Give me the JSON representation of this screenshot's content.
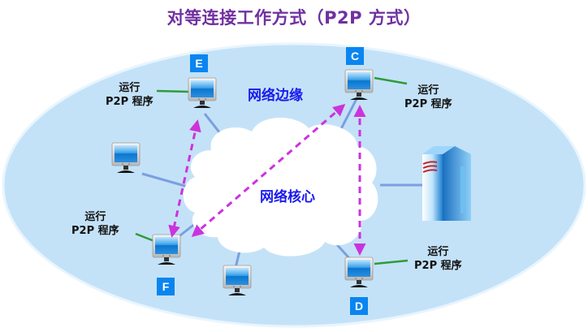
{
  "title": "对等连接工作方式（P2P 方式）",
  "regions": {
    "edge_label": "网络边缘",
    "core_label": "网络核心"
  },
  "peers": [
    {
      "id": "E",
      "run_line1": "运行",
      "run_line2": "P2P 程序"
    },
    {
      "id": "C",
      "run_line1": "运行",
      "run_line2": "P2P 程序"
    },
    {
      "id": "F",
      "run_line1": "运行",
      "run_line2": "P2P 程序"
    },
    {
      "id": "D",
      "run_line1": "运行",
      "run_line2": "P2P 程序"
    }
  ],
  "other_hosts": [
    "monitor-left",
    "monitor-bottom",
    "server-right"
  ],
  "p2p_links": [
    {
      "from": "E",
      "to": "F",
      "style": "dashed-bidirectional"
    },
    {
      "from": "C",
      "to": "F",
      "style": "dashed-bidirectional"
    },
    {
      "from": "C",
      "to": "D",
      "style": "dashed-bidirectional"
    }
  ],
  "colors": {
    "title": "#7030a0",
    "ellipse_fill": "#c4e2f7",
    "cloud_fill": "#ffffff",
    "link_line": "#7b9fe0",
    "p2p_arrow": "#cc33dd",
    "label_connector": "#2e9b3a",
    "node_badge": "#0a85f0",
    "zone_text": "#1a1aee"
  }
}
